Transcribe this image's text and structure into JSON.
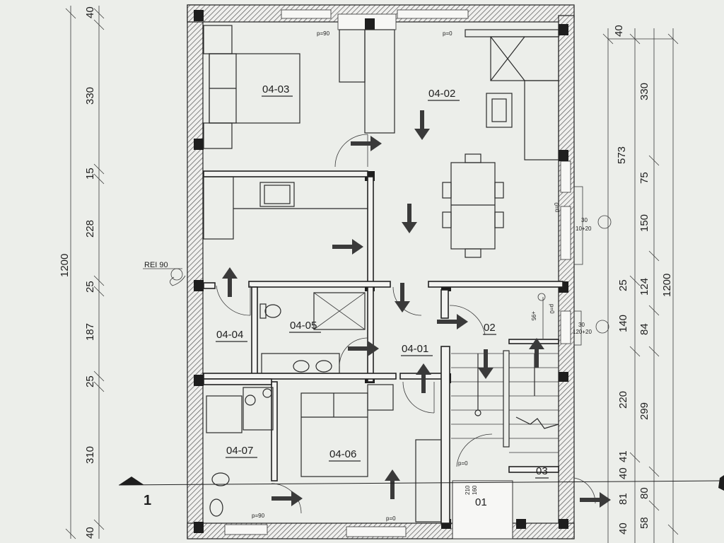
{
  "rooms": [
    {
      "id": "04-03",
      "label": "04-03"
    },
    {
      "id": "04-02",
      "label": "04-02"
    },
    {
      "id": "04-04",
      "label": "04-04"
    },
    {
      "id": "04-05",
      "label": "04-05"
    },
    {
      "id": "04-01",
      "label": "04-01"
    },
    {
      "id": "02",
      "label": "02"
    },
    {
      "id": "04-07",
      "label": "04-07"
    },
    {
      "id": "04-06",
      "label": "04-06"
    },
    {
      "id": "03",
      "label": "03"
    },
    {
      "id": "01",
      "label": "01"
    }
  ],
  "left_dimensions": {
    "total": "1200",
    "segments": [
      "40",
      "330",
      "15",
      "228",
      "25",
      "187",
      "25",
      "310",
      "40"
    ]
  },
  "right_dimensions_inner": {
    "segments": [
      "40",
      "330",
      "75",
      "150",
      "25",
      "140",
      "220",
      "40",
      "81",
      "40"
    ]
  },
  "right_dimensions_outer": {
    "segments": [
      "573",
      "124",
      "84",
      "299",
      "41",
      "80",
      "58"
    ],
    "total": "1200"
  },
  "annotations": {
    "fire_rating": "REI 90",
    "section_marker": "1",
    "p90_top": "p=90",
    "p0_top": "p=0",
    "p0_right": "p=0",
    "p90_bottom": "p=90",
    "p0_bottom": "p=0",
    "p0_stair": "p=0",
    "window_a_top": "30",
    "window_a_bottom": "10+20",
    "window_b_top": "30",
    "window_b_bottom": "120+20",
    "level_a": "+95",
    "level_b": "p=0",
    "stair_small": "210",
    "stair_small2": "160"
  }
}
